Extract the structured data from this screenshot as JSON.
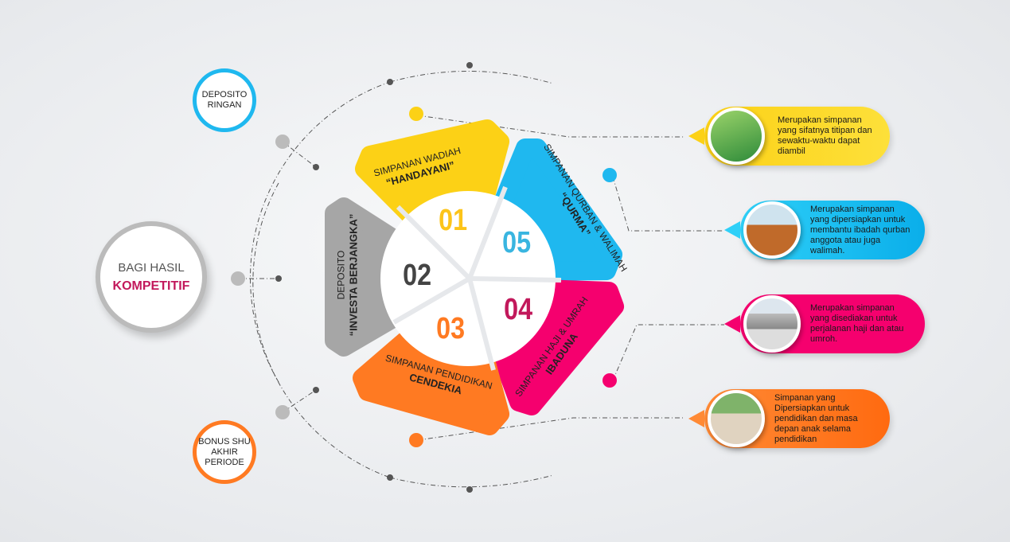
{
  "left": {
    "deposito_ringan": [
      "DEPOSITO",
      "RINGAN"
    ],
    "bagi_hasil": {
      "line1": "BAGI HASIL",
      "line2": "KOMPETITIF"
    },
    "bonus_shu": [
      "BONUS SHU",
      "AKHIR",
      "PERIODE"
    ]
  },
  "petals": [
    {
      "number": "01",
      "title": "SIMPANAN WADIAH",
      "name": "“HANDAYANI”",
      "color": "#fcd116"
    },
    {
      "number": "02",
      "title": "DEPOSITO",
      "name": "“INVESTA BERJANGKA”",
      "color": "#a6a6a6"
    },
    {
      "number": "03",
      "title": "SIMPANAN PENDIDIKAN",
      "name": "CENDEKIA",
      "color": "#ff7a22"
    },
    {
      "number": "04",
      "title": "SIMPANAN HAJI & UMRAH",
      "name": "IBADUNA",
      "color": "#f5006e"
    },
    {
      "number": "05",
      "title": "SIMPANAN QURBAN & WALIMAH",
      "name": "“QURMA”",
      "color": "#1fb8ef"
    }
  ],
  "bubbles": [
    {
      "text": "Merupakan simpanan yang sifatnya titipan dan sewaktu-waktu dapat diambil",
      "color": "#fdd52a"
    },
    {
      "text": "Merupakan simpanan yang dipersiapkan untuk membantu ibadah qurban anggota atau juga walimah.",
      "color": "#22c0f2"
    },
    {
      "text": "Merupakan simpanan yang disediakan untuk perjalanan haji dan atau umroh.",
      "color": "#f5006e"
    },
    {
      "text": "Simpanan yang Dipersiapkan untuk pendidikan  dan masa depan anak selama pendidikan",
      "color": "#ff7a22"
    }
  ]
}
